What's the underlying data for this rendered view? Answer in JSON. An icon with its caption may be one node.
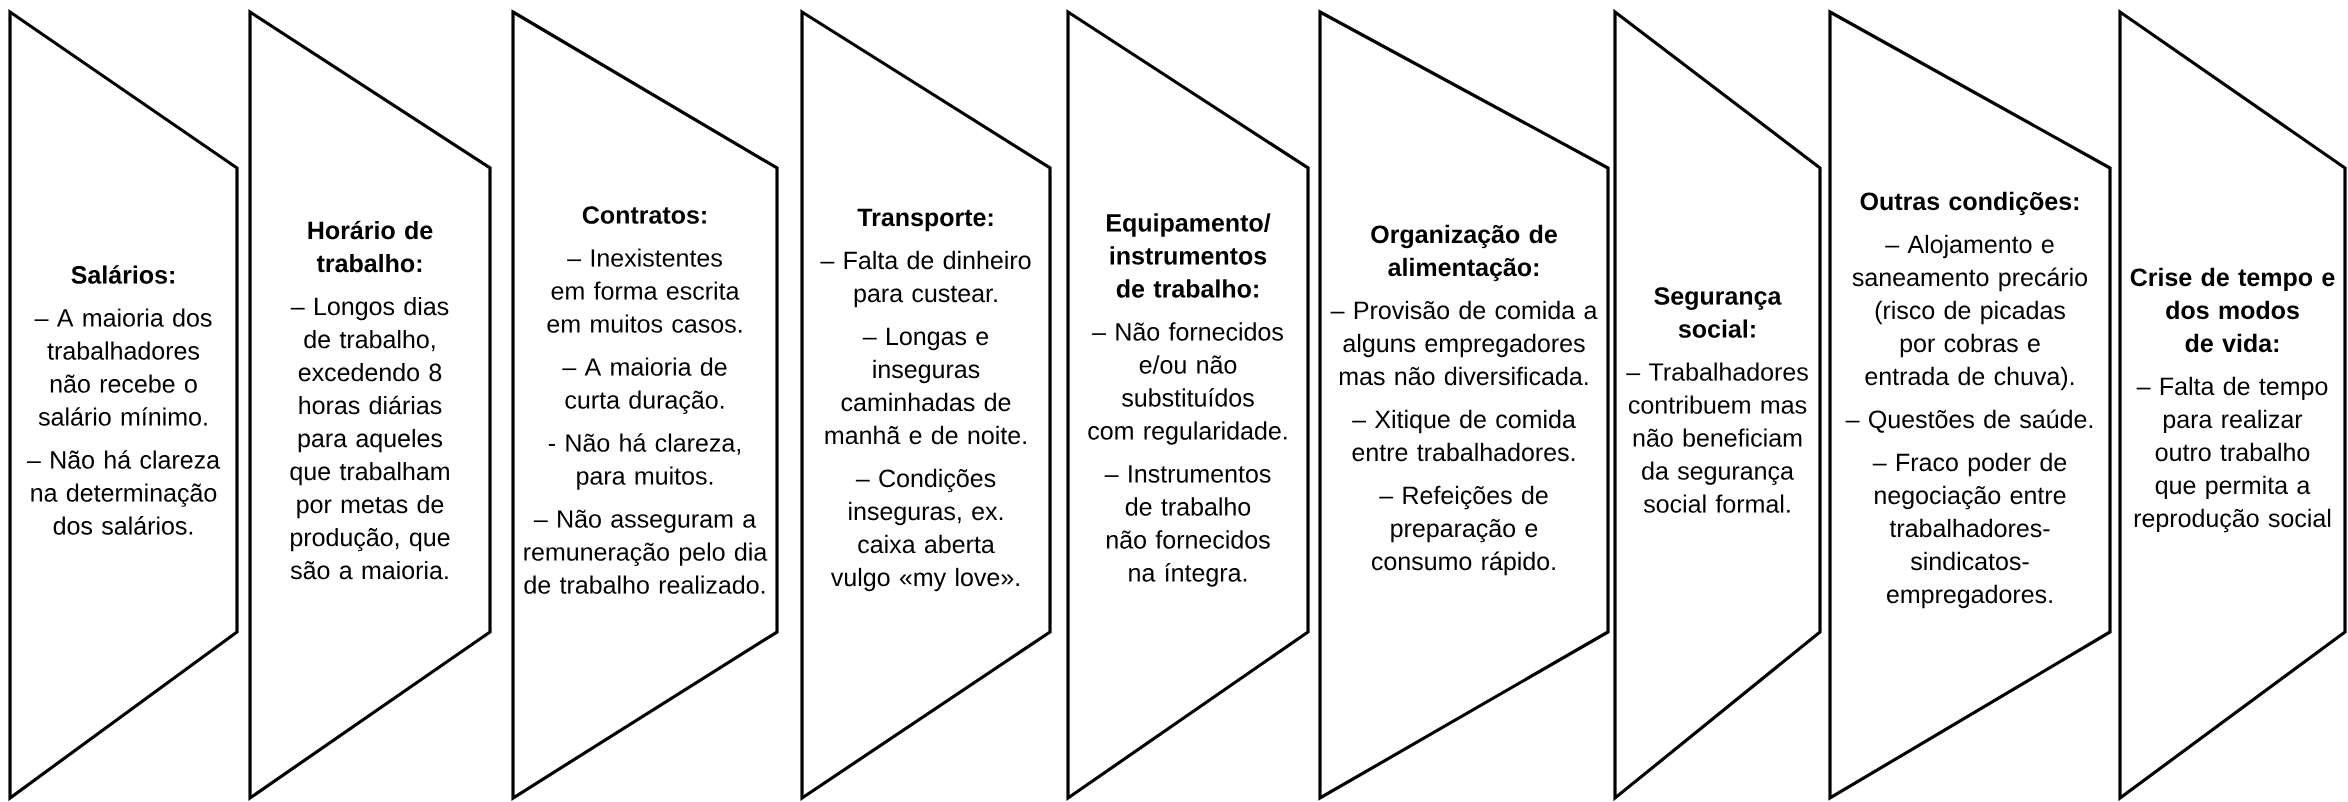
{
  "diagram": {
    "nodes": [
      {
        "text": [
          "Salários:",
          "– A maioria dos trabalhadores não recebe o salário mínimo.",
          "– Não há clareza na determinação dos salários."
        ]
      },
      {
        "text": [
          "Horário de trabalho:",
          "– Longos dias de trabalho, excedendo 8 horas diárias para aqueles que trabalham por metas de produção, que são a maioria."
        ]
      },
      {
        "text": [
          "Contratos:",
          "– Inexistentes em forma escrita em muitos casos.",
          "– A maioria de curta duração.",
          "- Não há clareza, para muitos.",
          "– Não asseguram a remuneração pelo dia de trabalho realizado."
        ]
      },
      {
        "text": [
          "Transporte:",
          "– Falta de dinheiro para custear.",
          "– Longas e inseguras caminhadas de manhã e de noite.",
          "– Condições inseguras, ex. caixa aberta vulgo «my love»."
        ]
      },
      {
        "text": [
          "Equipamento/ instrumentos de trabalho:",
          "– Não fornecidos e/ou não substituídos com regularidade.",
          "– Instrumentos de trabalho não fornecidos na íntegra."
        ]
      },
      {
        "text": [
          "Organização de alimentação:",
          "– Provisão de comida a alguns empregadores mas não diversificada.",
          "– Xitique de comida entre trabalhadores.",
          "– Refeições de preparação e consumo rápido."
        ]
      },
      {
        "text": [
          "Segurança social:",
          "– Trabalhadores contribuem mas não beneficiam da segurança social formal."
        ]
      },
      {
        "text": [
          "Outras condições:",
          "– Alojamento e saneamento precário (risco de picadas por cobras e entrada de chuva).",
          "– Questões de saúde.",
          "– Fraco poder de negociação entre trabalhadores-sindicatos-empregadores."
        ]
      },
      {
        "text": [
          "Crise de tempo e dos modos de vida:",
          "– Falta de tempo para realizar outro trabalho que permita a reprodução social"
        ]
      }
    ]
  }
}
